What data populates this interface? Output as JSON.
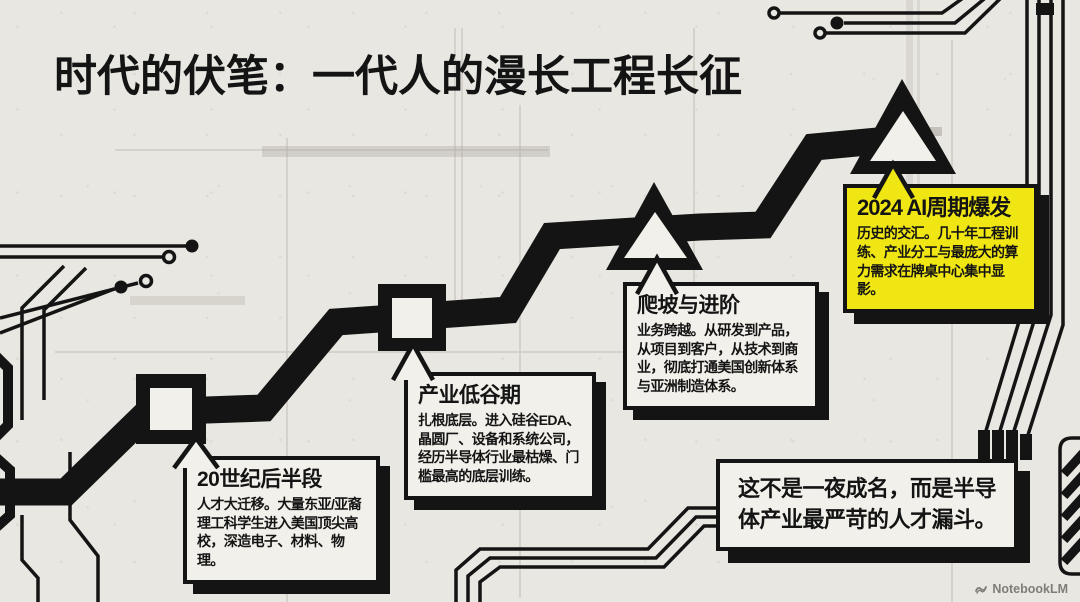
{
  "title": "时代的伏笔：一代人的漫长工程长征",
  "milestones": [
    {
      "title": "20世纪后半段",
      "body": "人才大迁移。大量东亚/亚裔理工科学生进入美国顶尖高校，深造电子、材料、物理。"
    },
    {
      "title": "产业低谷期",
      "body": "扎根底层。进入硅谷EDA、晶圆厂、设备和系统公司，经历半导体行业最枯燥、门槛最高的底层训练。"
    },
    {
      "title": "爬坡与进阶",
      "body": "业务跨越。从研发到产品，从项目到客户，从技术到商业，彻底打通美国创新体系与亚洲制造体系。"
    },
    {
      "title": "2024 AI周期爆发",
      "body": "历史的交汇。几十年工程训练、产业分工与最庞大的算力需求在牌桌中心集中显影。",
      "highlight": true
    }
  ],
  "conclusion": "这不是一夜成名，而是半导体产业最严苛的人才漏斗。",
  "watermark": "NotebookLM",
  "colors": {
    "ink": "#141414",
    "paper": "#e9e7e1",
    "box": "#f2f0ea",
    "highlight": "#f0e613"
  }
}
